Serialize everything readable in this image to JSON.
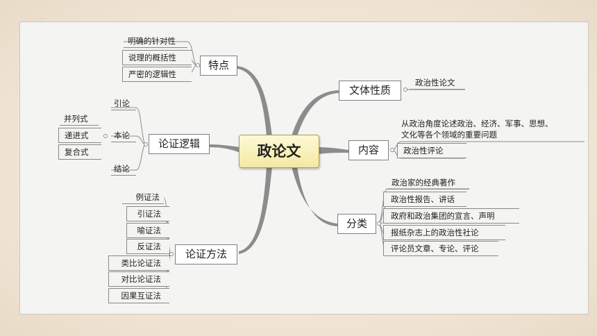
{
  "center": "政论文",
  "features": {
    "label": "特点",
    "items": [
      "明确的针对性",
      "说理的概括性",
      "严密的逻辑性"
    ]
  },
  "logic": {
    "label": "论证逻辑",
    "top": "引论",
    "middle": "本论",
    "bottom": "结论",
    "sub": [
      "并列式",
      "递进式",
      "复合式"
    ]
  },
  "methods": {
    "label": "论证方法",
    "items": [
      "例证法",
      "引证法",
      "喻证法",
      "反证法",
      "类比论证法",
      "对比论证法",
      "因果互证法"
    ]
  },
  "nature": {
    "label": "文体性质",
    "item": "政治性论文"
  },
  "content": {
    "label": "内容",
    "line1": "从政治角度论述政治、经济、军事、思想、",
    "line2": "文化等各个领域的重要问题",
    "item2": "政治性评论"
  },
  "category": {
    "label": "分类",
    "items": [
      "政治家的经典著作",
      "政治性报告、讲话",
      "政府和政治集团的宣言、声明",
      "报纸杂志上的政治性社论",
      "评论员文章、专论、评论"
    ]
  },
  "colors": {
    "center_fill": "#f4e9a0",
    "center_border": "#b49a52",
    "branch": "#8c8c8c"
  }
}
